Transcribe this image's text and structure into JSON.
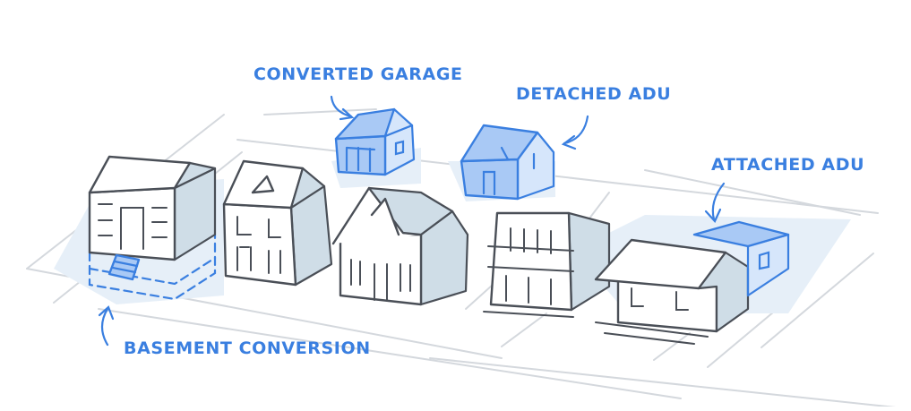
{
  "labels": {
    "converted_garage": "CONVERTED GARAGE",
    "detached_adu": "DETACHED ADU",
    "attached_adu": "ATTACHED ADU",
    "basement_conversion": "BASEMENT CONVERSION"
  },
  "colors": {
    "accent": "#3a7fe0",
    "accent_fill": "#a9c9f5",
    "ink": "#4a4f57",
    "shade": "#cfdde7",
    "ground": "#e6eff8"
  }
}
